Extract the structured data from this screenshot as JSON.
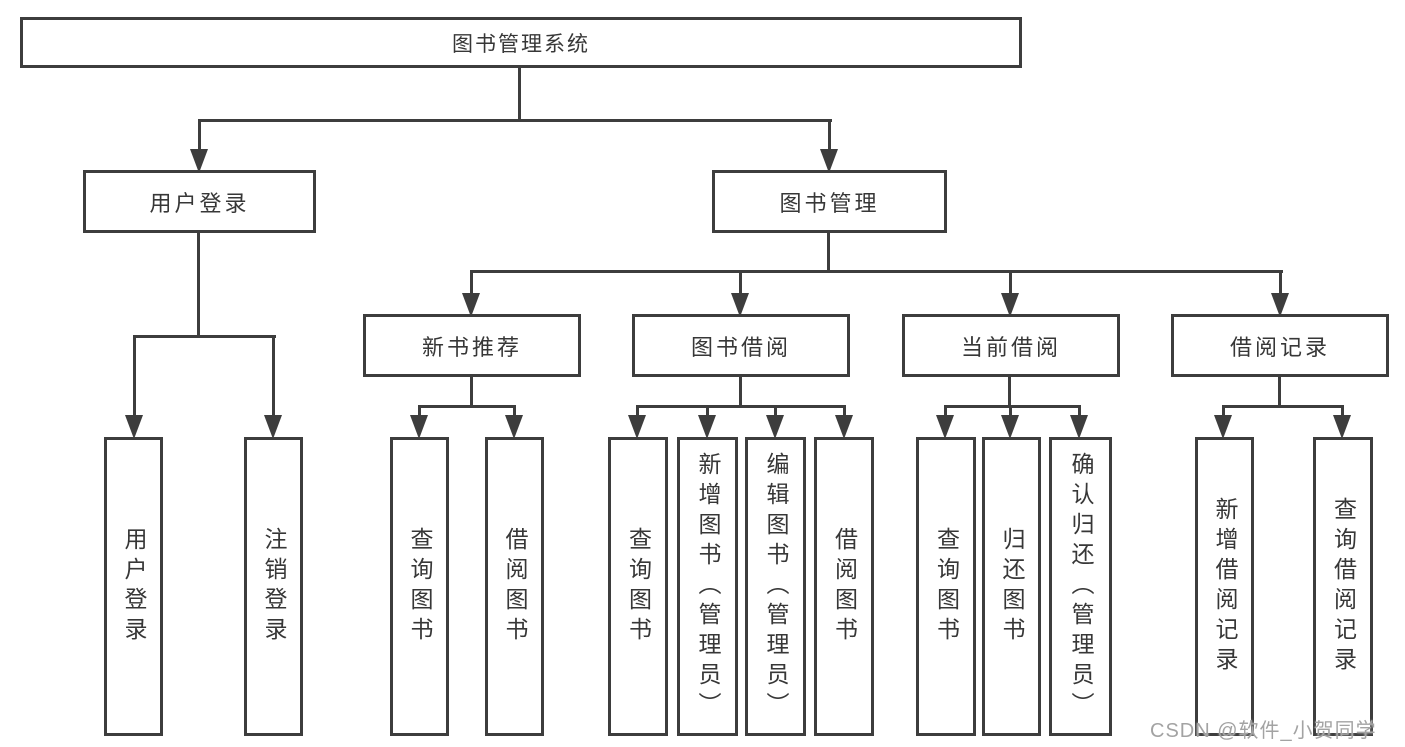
{
  "diagram": {
    "root_label": "图书管理系统",
    "nodes": {
      "user_login": "用户登录",
      "book_management": "图书管理",
      "new_book_recommend": "新书推荐",
      "book_borrowing": "图书借阅",
      "current_borrowing": "当前借阅",
      "borrowing_records": "借阅记录"
    },
    "leaves": {
      "user_login": [
        "用户登录",
        "注销登录"
      ],
      "new_book_recommend": [
        "查询图书",
        "借阅图书"
      ],
      "book_borrowing": [
        "查询图书",
        "新增图书（管理员）",
        "编辑图书（管理员）",
        "借阅图书"
      ],
      "current_borrowing": [
        "查询图书",
        "归还图书",
        "确认归还（管理员）"
      ],
      "borrowing_records": [
        "新增借阅记录",
        "查询借阅记录"
      ]
    }
  },
  "watermark": {
    "text": "CSDN @软件_小贺同学"
  },
  "colors": {
    "line": "#3d3d3d",
    "text": "#373737",
    "watermark": "#a3a3a3",
    "background": "#ffffff"
  }
}
